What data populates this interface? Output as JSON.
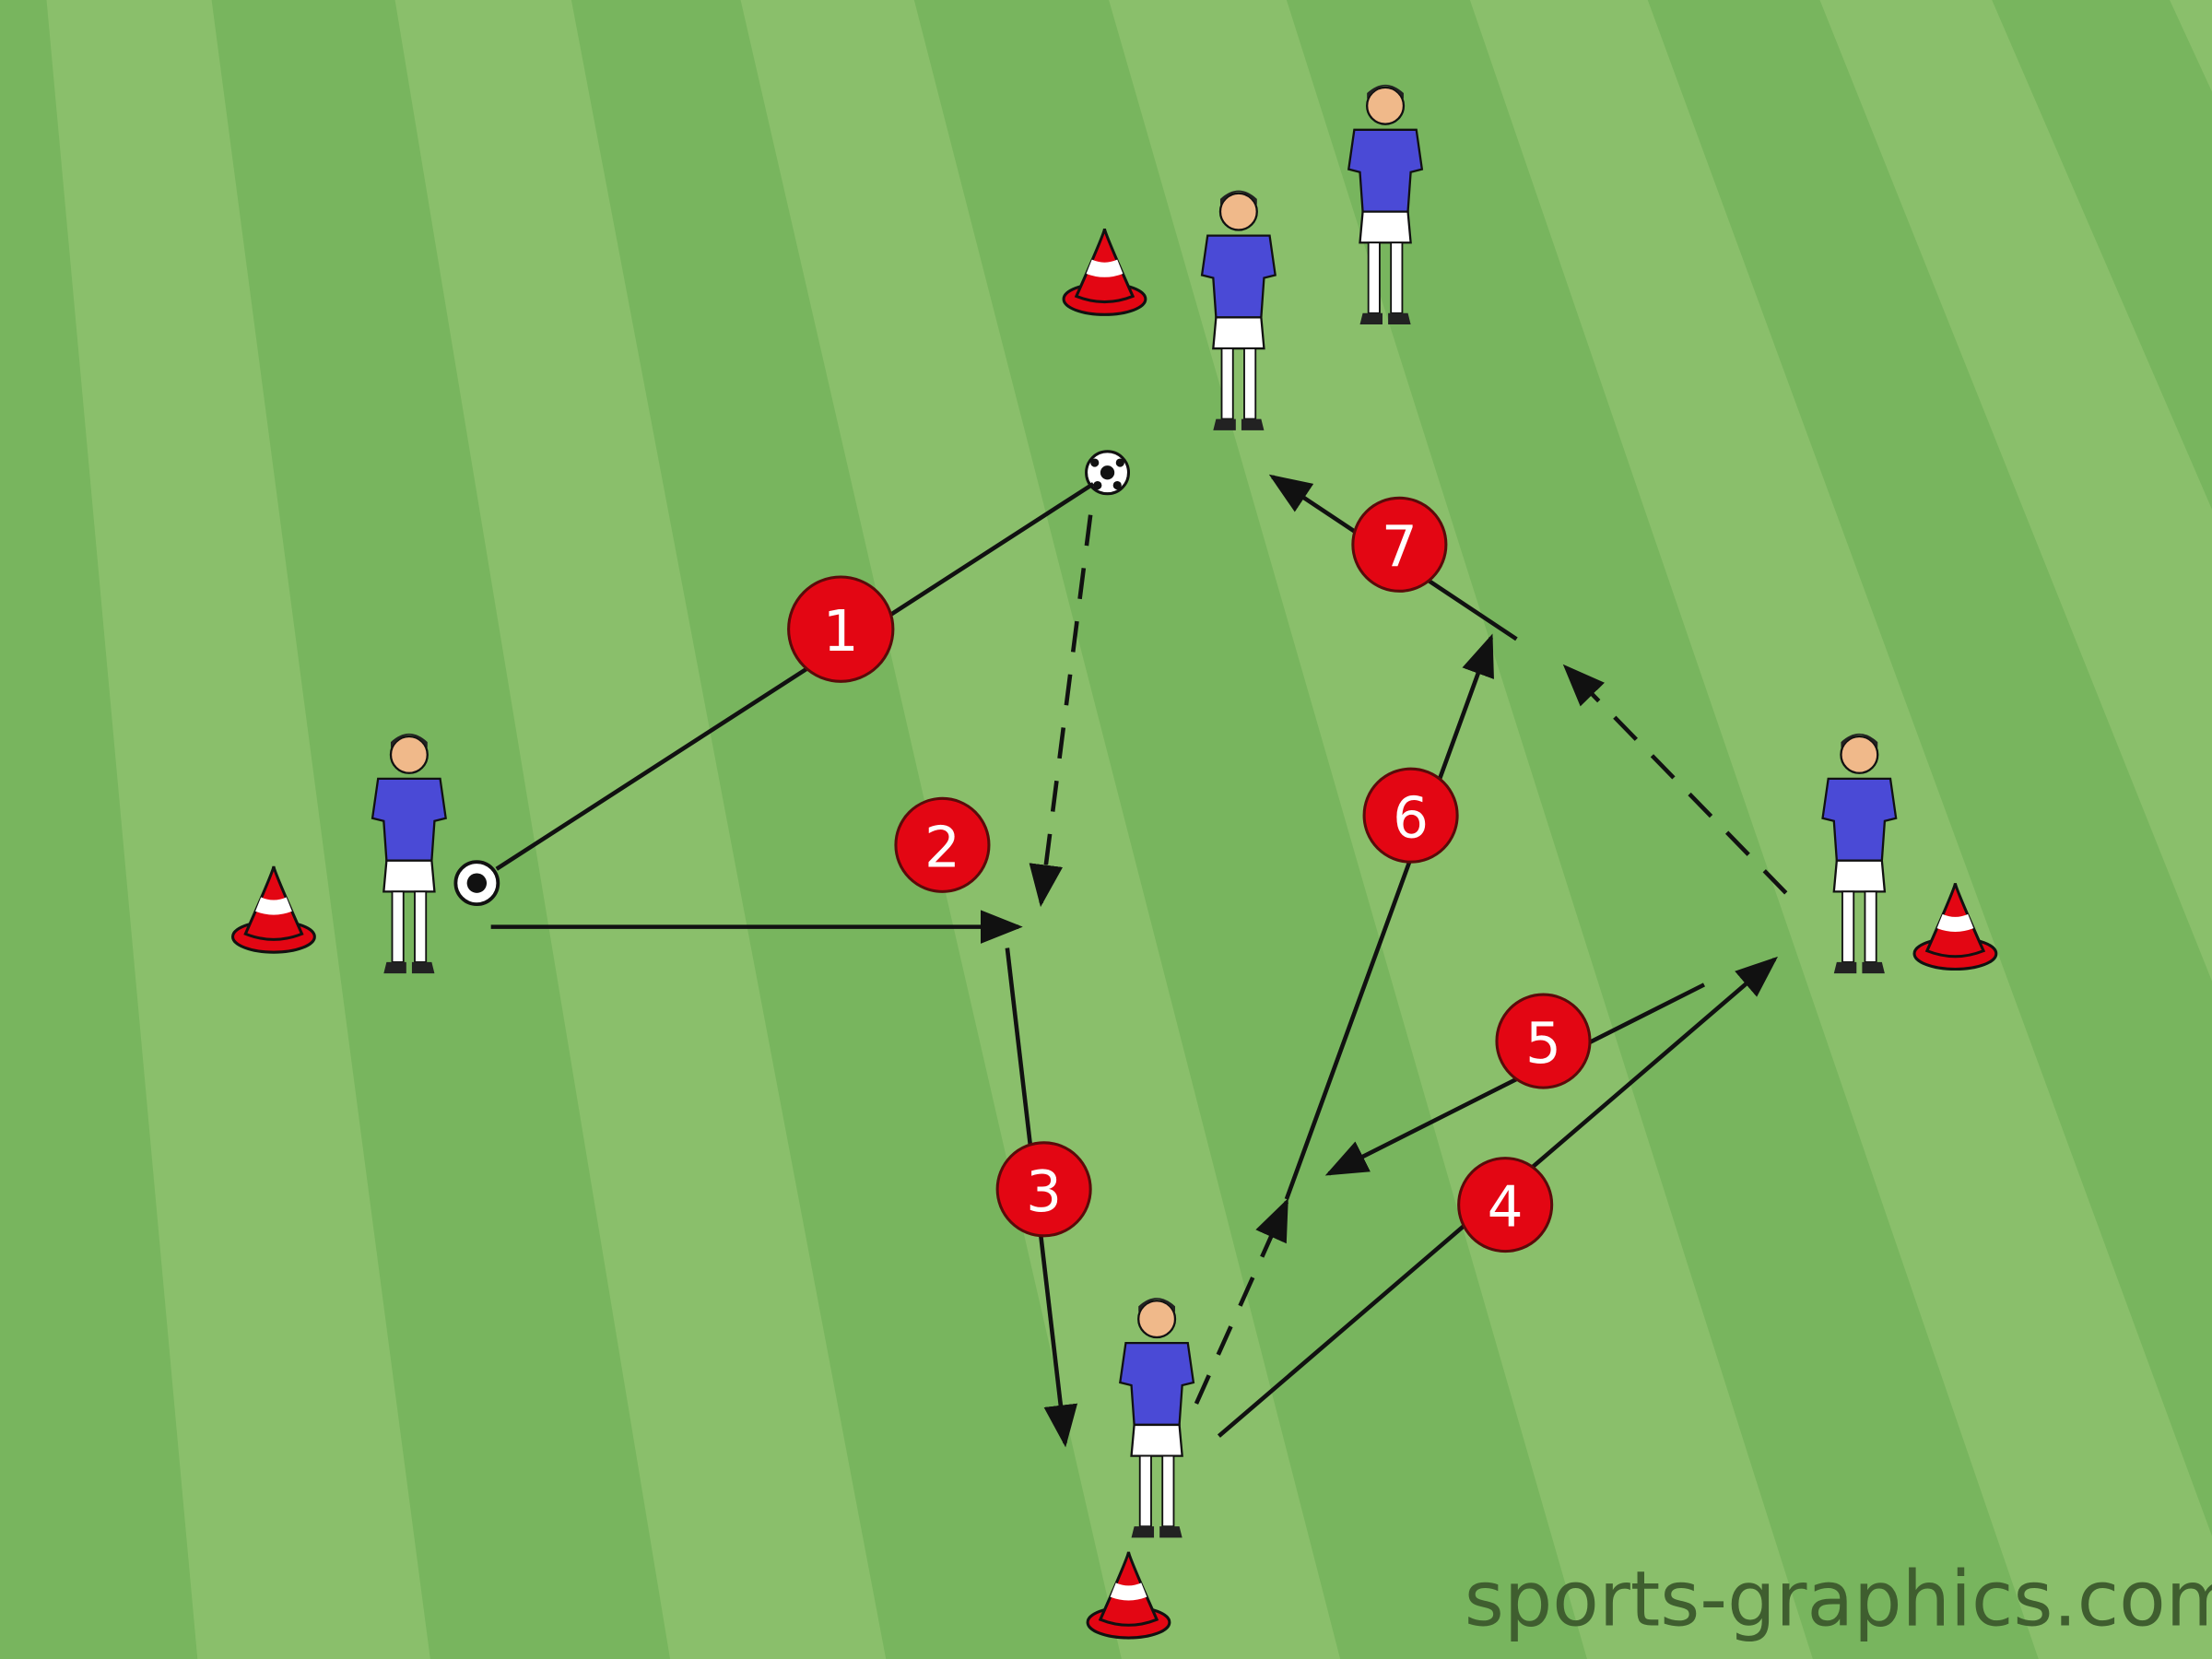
{
  "colors": {
    "stripe_dark": "#78b55e",
    "stripe_light": "#8abf6b",
    "marker": "#e30613",
    "shirt": "#4a4ad6",
    "watermark": "#3f5e2f"
  },
  "steps": [
    {
      "label": "1",
      "style": "solid"
    },
    {
      "label": "2",
      "style": "dashed"
    },
    {
      "label": "3",
      "style": "solid"
    },
    {
      "label": "4",
      "style": "solid"
    },
    {
      "label": "5",
      "style": "solid"
    },
    {
      "label": "6",
      "style": "solid"
    },
    {
      "label": "7",
      "style": "solid"
    }
  ],
  "watermark": "sports-graphics.com"
}
